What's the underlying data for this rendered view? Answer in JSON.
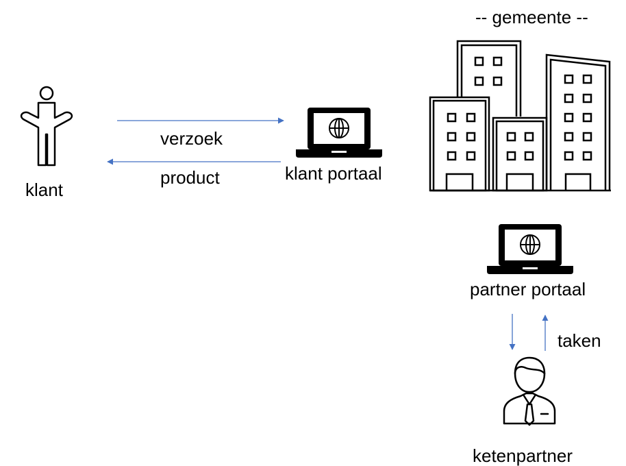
{
  "labels": {
    "client": "klant",
    "request": "verzoek",
    "product": "product",
    "client_portal": "klant portaal",
    "municipality": "-- gemeente --",
    "partner_portal": "partner portaal",
    "tasks": "taken",
    "chain_partner": "ketenpartner"
  },
  "colors": {
    "arrow": "#4472C4",
    "icon": "#000000"
  },
  "icons": [
    "person-shrug-icon",
    "laptop-globe-icon",
    "buildings-icon",
    "businessman-icon"
  ]
}
